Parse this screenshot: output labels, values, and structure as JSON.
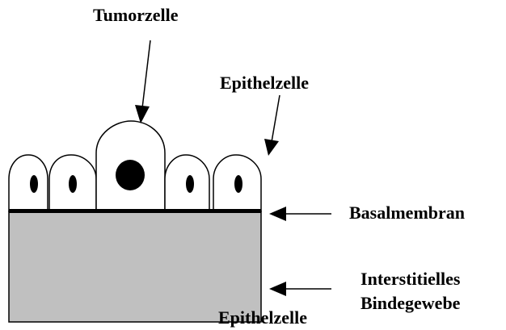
{
  "labels": {
    "tumor_cell": "Tumorzelle",
    "epithelial_cell_top": "Epithelzelle",
    "basement_membrane": "Basalmembran",
    "interstitial_line1": "Interstitielles",
    "interstitial_line2": "Bindegewebe",
    "epithelial_cell_bottom": "Epithelzelle"
  },
  "colors": {
    "tissue_fill": "#c0c0c0",
    "stroke": "#000000",
    "background": "#ffffff"
  }
}
